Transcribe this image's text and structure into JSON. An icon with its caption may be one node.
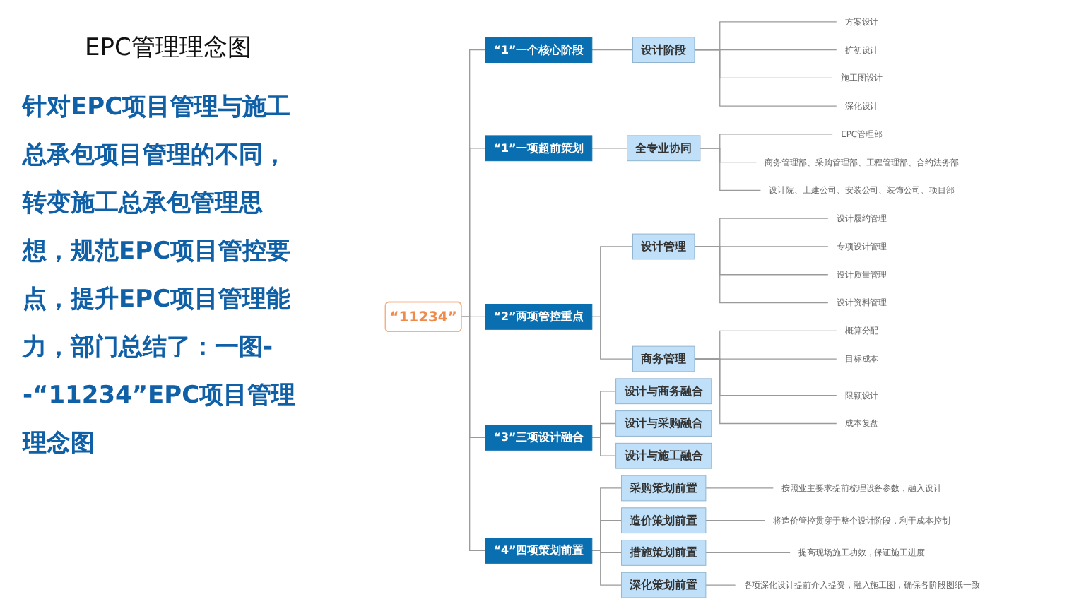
{
  "diagram": {
    "title": "EPC管理理念图",
    "nodes": [
      {
        "text": [
          "“11234”"
        ]
      },
      {
        "text": [
          "“1”一个核心阶段"
        ]
      },
      {
        "text": [
          "设计阶段"
        ]
      },
      {
        "text": [
          "方案设计"
        ]
      },
      {
        "text": [
          "扩初设计"
        ]
      },
      {
        "text": [
          "施工图设计"
        ]
      },
      {
        "text": [
          "深化设计"
        ]
      },
      {
        "text": [
          "“1”一项超前策划"
        ]
      },
      {
        "text": [
          "全专业协同"
        ]
      },
      {
        "text": [
          "EPC管理部"
        ]
      },
      {
        "text": [
          "商务管理部、采购管理部、工程管理部、合约法务部"
        ]
      },
      {
        "text": [
          "设计院、土建公司、安装公司、装饰公司、项目部"
        ]
      },
      {
        "text": [
          "“2”两项管控重点"
        ]
      },
      {
        "text": [
          "设计管理"
        ]
      },
      {
        "text": [
          "设计履约管理"
        ]
      },
      {
        "text": [
          "专项设计管理"
        ]
      },
      {
        "text": [
          "设计质量管理"
        ]
      },
      {
        "text": [
          "设计资料管理"
        ]
      },
      {
        "text": [
          "商务管理"
        ]
      },
      {
        "text": [
          "概算分配"
        ]
      },
      {
        "text": [
          "目标成本"
        ]
      },
      {
        "text": [
          "限额设计"
        ]
      },
      {
        "text": [
          "成本复盘"
        ]
      },
      {
        "text": [
          "“3”三项设计融合"
        ]
      },
      {
        "text": [
          "设计与商务融合"
        ]
      },
      {
        "text": [
          "设计与采购融合"
        ]
      },
      {
        "text": [
          "设计与施工融合"
        ]
      },
      {
        "text": [
          "“4”四项策划前置"
        ]
      },
      {
        "text": [
          "采购策划前置"
        ]
      },
      {
        "text": [
          "按照业主要求提前梳理设备参数，融入设计"
        ]
      },
      {
        "text": [
          "造价策划前置"
        ]
      },
      {
        "text": [
          "将造价管控贯穿于整个设计阶段，利于成本控制"
        ]
      },
      {
        "text": [
          "措施策划前置"
        ]
      },
      {
        "text": [
          "提高现场施工功效，保证施工进度"
        ]
      },
      {
        "text": [
          "深化策划前置"
        ]
      },
      {
        "text": [
          "各项深化设计提前介入提资，融入施工图，确保各阶段图纸一致"
        ]
      }
    ],
    "edges": [
      {
        "from": 0,
        "to": 1,
        "arrow": "none"
      },
      {
        "from": 1,
        "to": 2,
        "arrow": "none"
      },
      {
        "from": 2,
        "to": 3,
        "arrow": "none"
      },
      {
        "from": 2,
        "to": 4,
        "arrow": "none"
      },
      {
        "from": 2,
        "to": 5,
        "arrow": "none"
      },
      {
        "from": 2,
        "to": 6,
        "arrow": "none"
      },
      {
        "from": 0,
        "to": 7,
        "arrow": "none"
      },
      {
        "from": 7,
        "to": 8,
        "arrow": "none"
      },
      {
        "from": 8,
        "to": 9,
        "arrow": "none"
      },
      {
        "from": 8,
        "to": 10,
        "arrow": "none"
      },
      {
        "from": 8,
        "to": 11,
        "arrow": "none"
      },
      {
        "from": 0,
        "to": 12,
        "arrow": "none"
      },
      {
        "from": 12,
        "to": 13,
        "arrow": "none"
      },
      {
        "from": 13,
        "to": 14,
        "arrow": "none"
      },
      {
        "from": 13,
        "to": 15,
        "arrow": "none"
      },
      {
        "from": 13,
        "to": 16,
        "arrow": "none"
      },
      {
        "from": 13,
        "to": 17,
        "arrow": "none"
      },
      {
        "from": 12,
        "to": 18,
        "arrow": "none"
      },
      {
        "from": 18,
        "to": 19,
        "arrow": "none"
      },
      {
        "from": 18,
        "to": 20,
        "arrow": "none"
      },
      {
        "from": 18,
        "to": 21,
        "arrow": "none"
      },
      {
        "from": 18,
        "to": 22,
        "arrow": "none"
      },
      {
        "from": 0,
        "to": 23,
        "arrow": "none"
      },
      {
        "from": 23,
        "to": 24,
        "arrow": "none"
      },
      {
        "from": 23,
        "to": 25,
        "arrow": "none"
      },
      {
        "from": 23,
        "to": 26,
        "arrow": "none"
      },
      {
        "from": 0,
        "to": 27,
        "arrow": "none"
      },
      {
        "from": 27,
        "to": 28,
        "arrow": "none"
      },
      {
        "from": 28,
        "to": 29,
        "arrow": "none"
      },
      {
        "from": 27,
        "to": 30,
        "arrow": "none"
      },
      {
        "from": 30,
        "to": 31,
        "arrow": "none"
      },
      {
        "from": 27,
        "to": 32,
        "arrow": "none"
      },
      {
        "from": 32,
        "to": 33,
        "arrow": "none"
      },
      {
        "from": 27,
        "to": 34,
        "arrow": "none"
      },
      {
        "from": 34,
        "to": 35,
        "arrow": "none"
      }
    ],
    "labels": [
      "针对EPC项目管理与施工总承包项目管理的不同，转变施工总承包管理思想，规范EPC项目管控要点，提升EPC项目管理能力，部门总结了：一图--“11234”EPC项目管理理念图"
    ]
  }
}
